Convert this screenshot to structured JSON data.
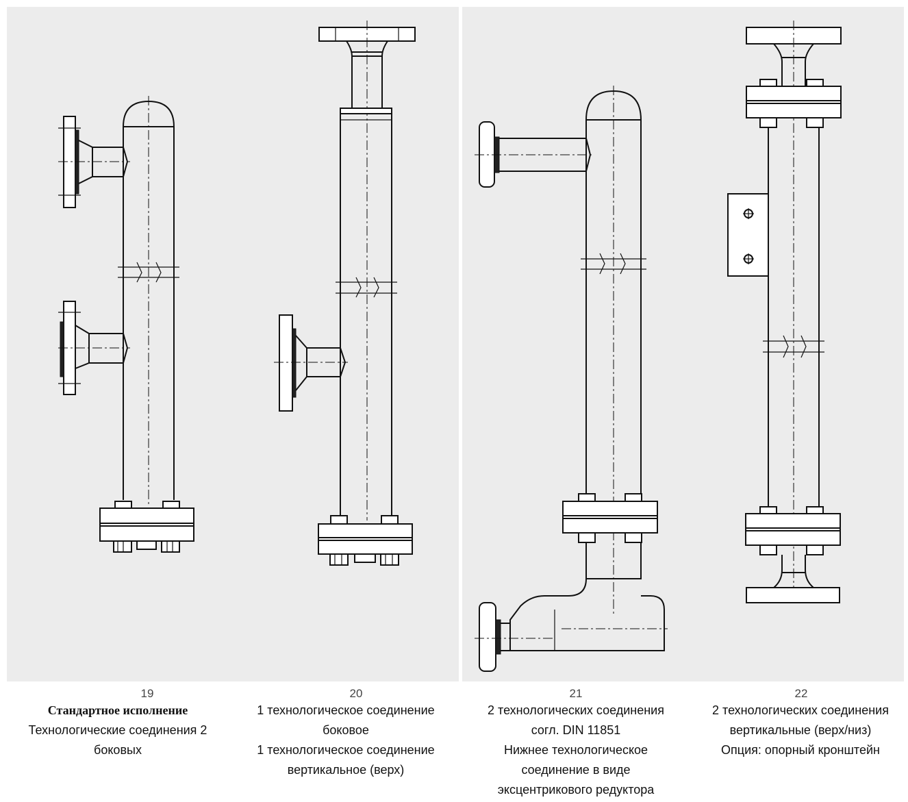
{
  "figures": [
    {
      "number": "19",
      "lines": [
        "Стандартное исполнение",
        "Технологические соединения 2",
        "боковых"
      ]
    },
    {
      "number": "20",
      "lines": [
        "1 технологическое соединение",
        "боковое",
        "1 технологическое соединение",
        "вертикальное (верх)"
      ]
    },
    {
      "number": "21",
      "lines": [
        "2 технологических соединения",
        "согл. DIN 11851",
        "Нижнее  технологическое",
        "соединение в виде",
        "эксцентрикового  редуктора"
      ]
    },
    {
      "number": "22",
      "lines": [
        "2 технологических соединения",
        "вертикальные (верх/низ)",
        "Опция: опорный кронштейн"
      ]
    }
  ]
}
